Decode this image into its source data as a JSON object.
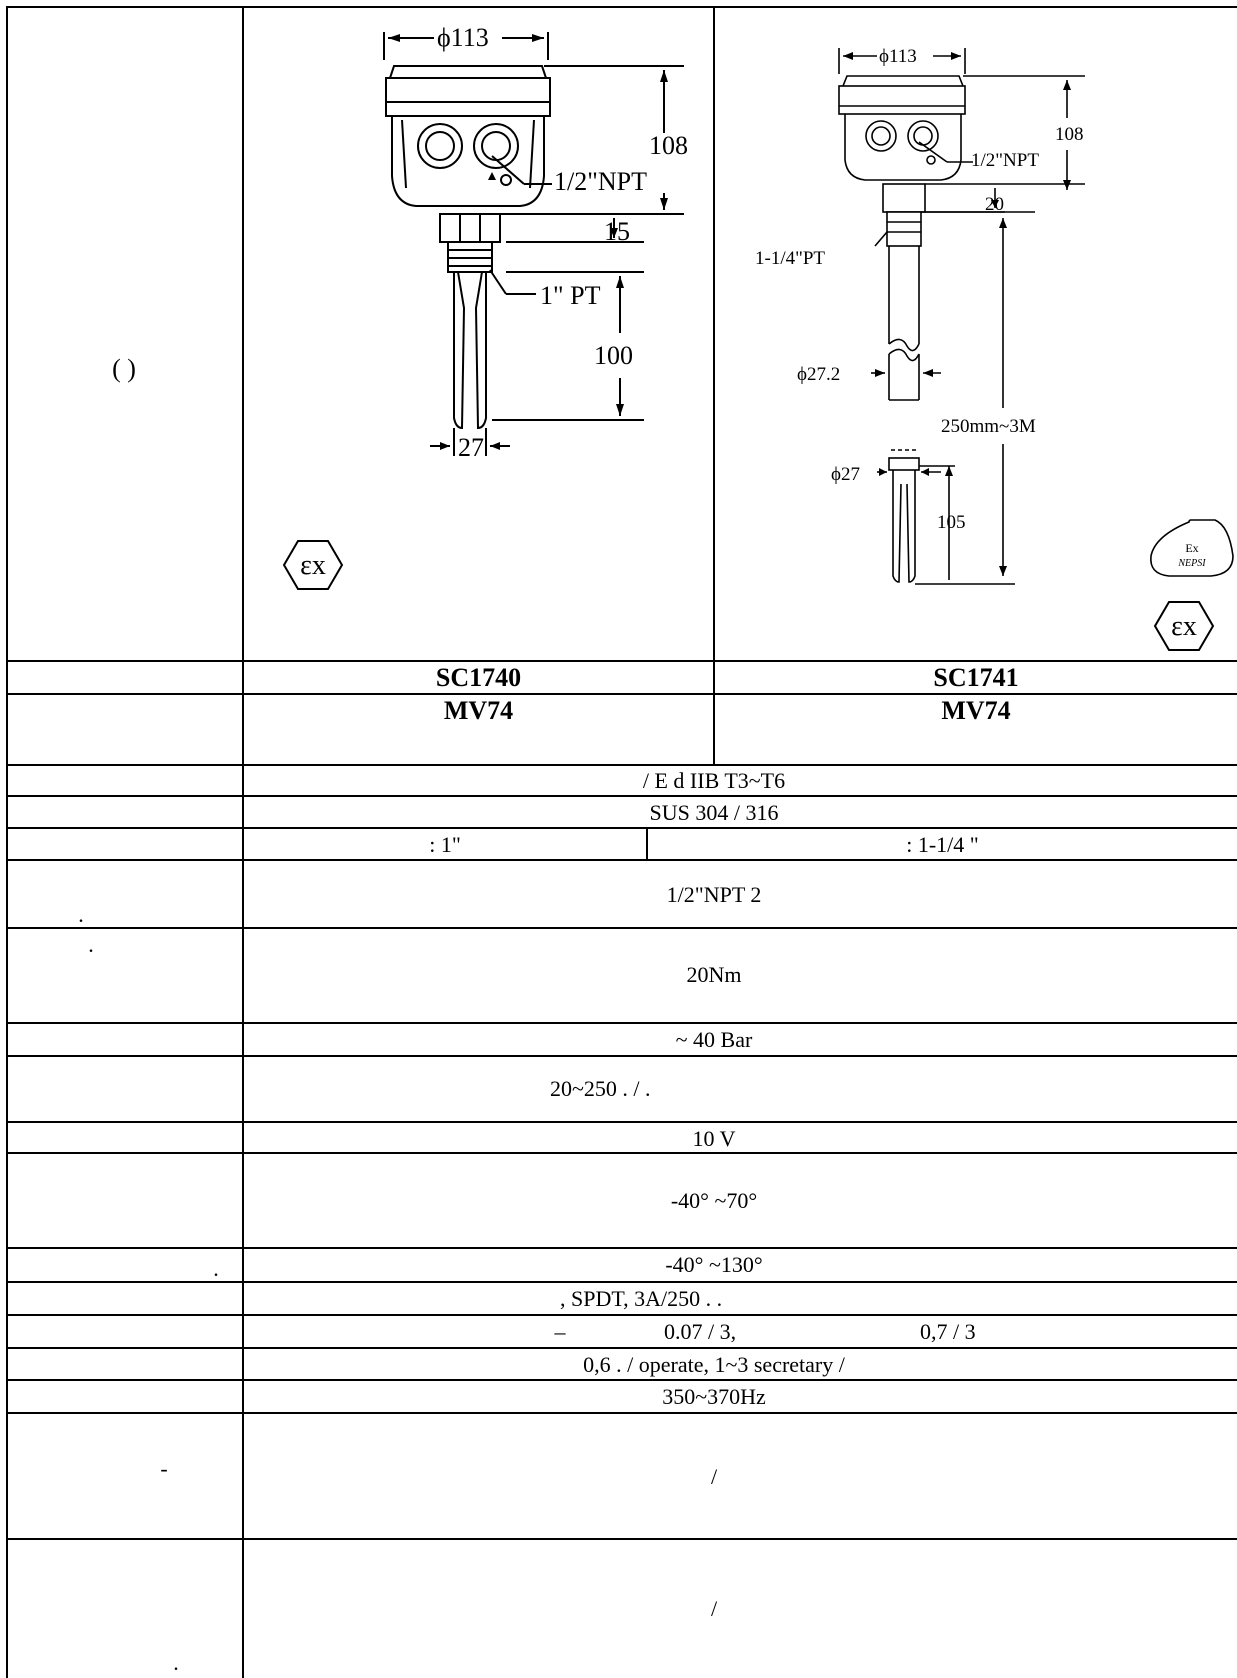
{
  "sidebar": {
    "row1": "( )",
    "row5": ".",
    "row6": ".",
    "row13": ".",
    "row19": "-",
    "row20": "."
  },
  "drawing1": {
    "d113": "ϕ113",
    "h108": "108",
    "npt": "1/2\"NPT",
    "h15": "15",
    "pt": "1\" PT",
    "h100": "100",
    "w27": "27"
  },
  "drawing2": {
    "d113": "ϕ113",
    "h108": "108",
    "npt": "1/2\"NPT",
    "h20": "20",
    "pt": "1-1/4\"PT",
    "d272": "ϕ27.2",
    "len": "250mm~3M",
    "d27": "ϕ27",
    "h105": "105",
    "nepsi_ex": "Ex",
    "nepsi": "NEPSI"
  },
  "models": {
    "m1": "SC1740",
    "m2": "SC1741",
    "s1": "MV74",
    "s2": "MV74"
  },
  "specs": {
    "explosion": "/ E   d IIB T3~T6",
    "material": "SUS 304 / 316",
    "thread1": ": 1\"",
    "thread2": ": 1-1/4 \"",
    "cable": "1/2\"NPT     2",
    "torque": "20Nm",
    "pressure": "~ 40 Bar",
    "voltage": "20~250        .      /      .",
    "power": "10 V",
    "ambient": "-40°   ~70°",
    "process_temp": "-40°   ~130°",
    "relay": ", SPDT, 3A/250        .                      .",
    "sens_a": "–",
    "sens_b": "0.07   /    3,",
    "sens_c": "0,7   /    3",
    "delay": "0,6      . / operate, 1~3 secretary /",
    "freq": "350~370Hz",
    "r19": "/",
    "r20": "/"
  }
}
